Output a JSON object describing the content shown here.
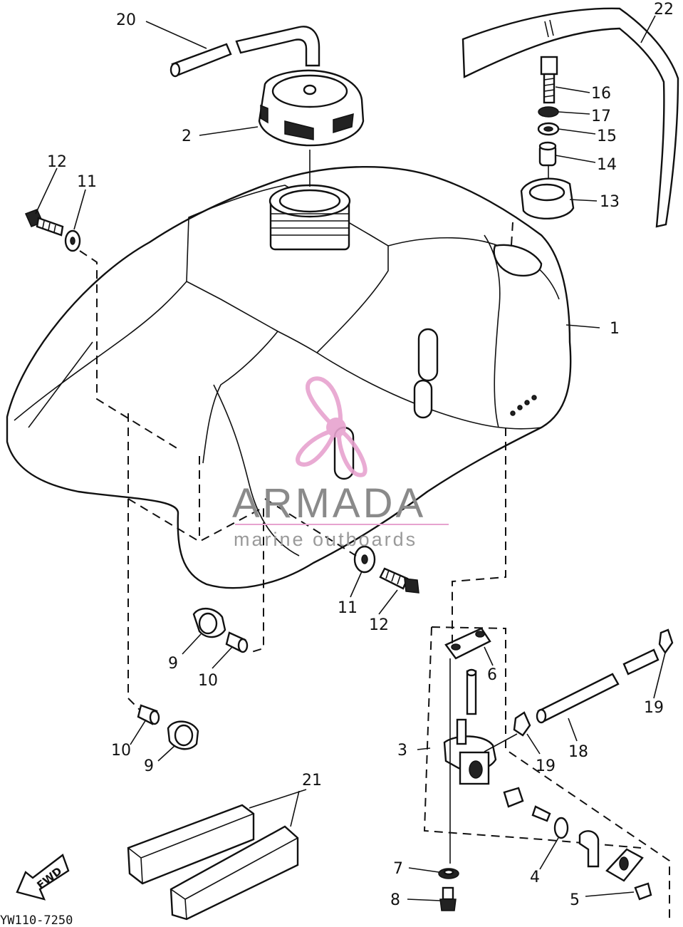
{
  "diagram": {
    "labels": [
      {
        "id": "p20",
        "text": "20"
      },
      {
        "id": "p22",
        "text": "22"
      },
      {
        "id": "p16",
        "text": "16"
      },
      {
        "id": "p17",
        "text": "17"
      },
      {
        "id": "p15",
        "text": "15"
      },
      {
        "id": "p14",
        "text": "14"
      },
      {
        "id": "p13",
        "text": "13"
      },
      {
        "id": "p2",
        "text": "2"
      },
      {
        "id": "p12a",
        "text": "12"
      },
      {
        "id": "p11a",
        "text": "11"
      },
      {
        "id": "p1",
        "text": "1"
      },
      {
        "id": "p11b",
        "text": "11"
      },
      {
        "id": "p12b",
        "text": "12"
      },
      {
        "id": "p9a",
        "text": "9"
      },
      {
        "id": "p10a",
        "text": "10"
      },
      {
        "id": "p6",
        "text": "6"
      },
      {
        "id": "p19a",
        "text": "19"
      },
      {
        "id": "p10b",
        "text": "10"
      },
      {
        "id": "p9b",
        "text": "9"
      },
      {
        "id": "p3",
        "text": "3"
      },
      {
        "id": "p19b",
        "text": "19"
      },
      {
        "id": "p18",
        "text": "18"
      },
      {
        "id": "p21",
        "text": "21"
      },
      {
        "id": "p4",
        "text": "4"
      },
      {
        "id": "p7",
        "text": "7"
      },
      {
        "id": "p5",
        "text": "5"
      },
      {
        "id": "p8",
        "text": "8"
      }
    ],
    "fwd_arrow": "FWD",
    "drawing_code": "YW110-7250"
  },
  "watermark": {
    "brand": "ARMADA",
    "tagline": "marine outboards",
    "logo_icon": "propeller-icon",
    "color_brand": "#8a8a8a",
    "color_logo": "#e7a3cf"
  }
}
